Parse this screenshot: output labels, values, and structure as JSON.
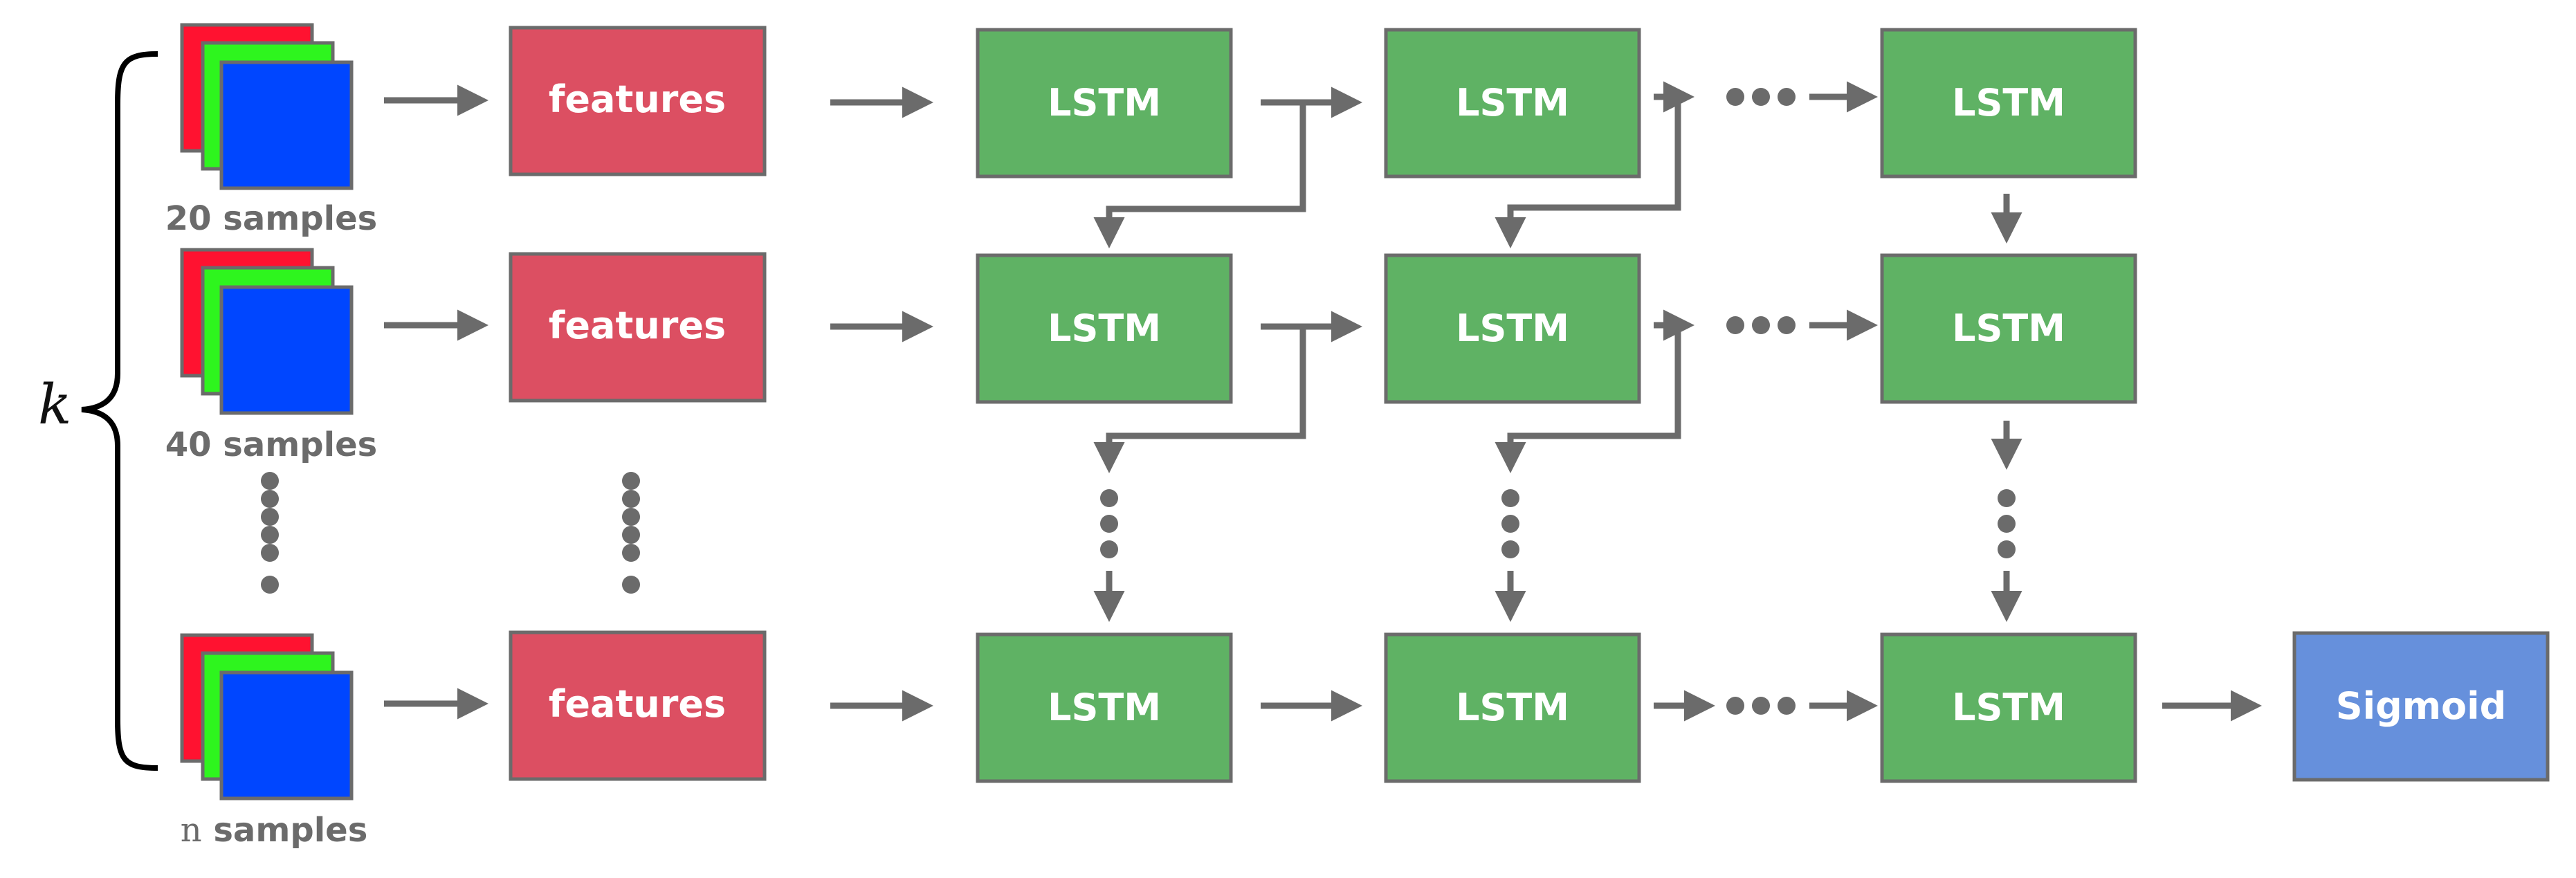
{
  "k_label": "k",
  "samples": [
    {
      "count": "20",
      "unit": "samples"
    },
    {
      "count": "40",
      "unit": "samples"
    },
    {
      "count": "n",
      "unit": "samples"
    }
  ],
  "features_label": "features",
  "lstm_label": "LSTM",
  "output_label": "Sigmoid",
  "colors": {
    "features": "#dc4f62",
    "lstm": "#5fb264",
    "sigmoid": "#6690dc",
    "arrow": "#6b6b6b",
    "box_border": "#6b6b6b",
    "frame_red": "#ff1230",
    "frame_green": "#2ef51e",
    "frame_blue": "#0046ff"
  }
}
